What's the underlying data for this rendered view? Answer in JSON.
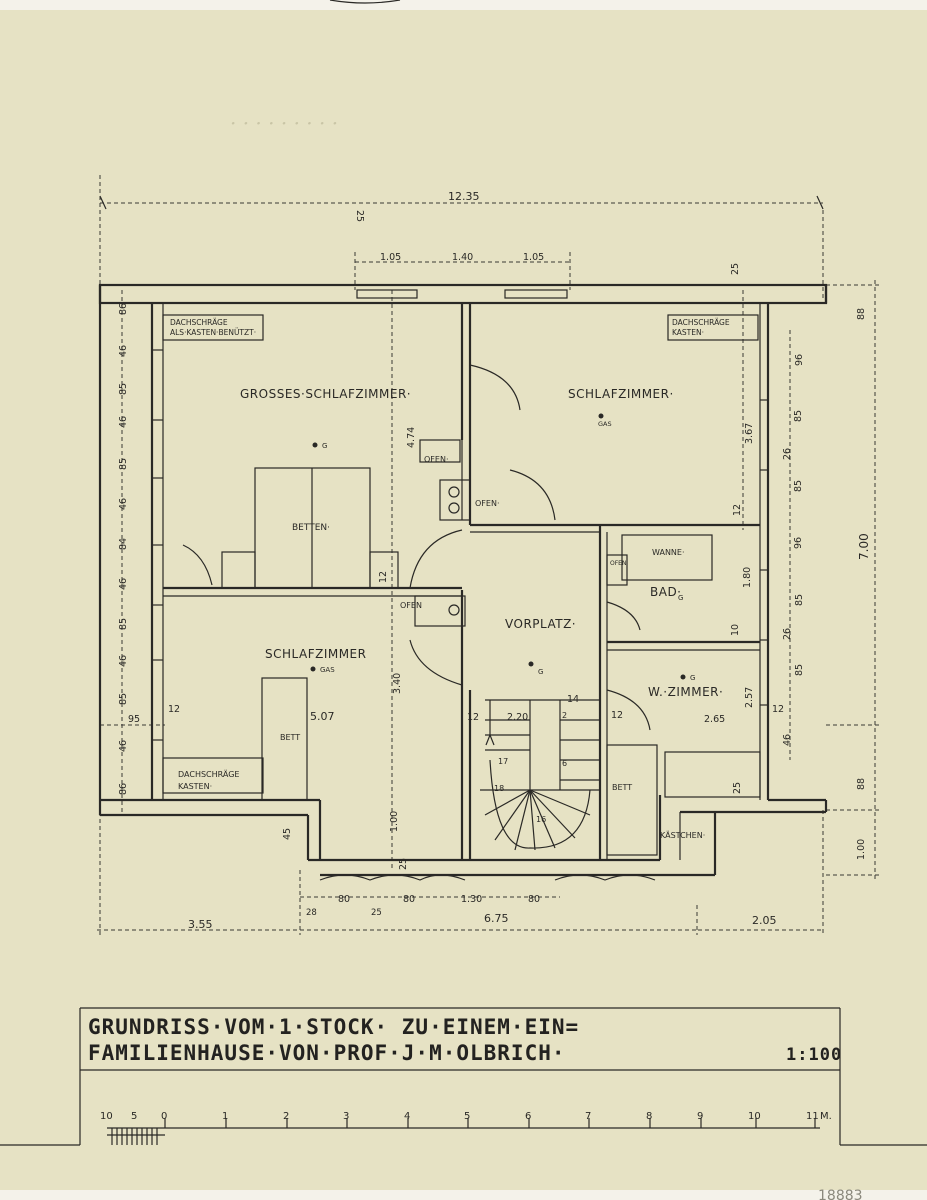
{
  "title": {
    "line1": "GRUNDRISS·VOM·1·STOCK· ZU·EINEM·EIN=",
    "line2": "FAMILIENHAUSE·VON·PROF·J·M·OLBRICH·",
    "scale": "1:100"
  },
  "rooms": {
    "grosses_schlafzimmer": "GROSSES·SCHLAFZIMMER·",
    "schlafzimmer_right": "SCHLAFZIMMER·",
    "schlafzimmer_left": "SCHLAFZIMMER",
    "vorplatz": "VORPLATZ·",
    "bad": "BAD·",
    "wc_zimmer": "W.·ZIMMER·"
  },
  "labels": {
    "dachschraege_left": "DACHSCHRÄGE",
    "dachschraege_left_2": "ALS·KASTEN·BENÜTZT·",
    "dachschraege_right": "DACHSCHRÄGE",
    "dachschraege_right_2": "KASTEN·",
    "dachschraege_bottom": "DACHSCHRÄGE",
    "dachschraege_bottom_2": "KASTEN·",
    "betten": "BETTEN·",
    "bett_left": "BETT",
    "bett_right": "BETT",
    "ofen1": "OFEN·",
    "ofen2": "OFEN·",
    "ofen3": "OFEN",
    "ofen4": "OFEN",
    "wanne": "WANNE·",
    "kastchen": "KÄSTCHEN·",
    "gas_g1": "G",
    "gas_g2": "GAS",
    "gas_g3": "GAS",
    "gas_g4": "G",
    "gas_g5": "G",
    "gas_g6": "G"
  },
  "dimensions": {
    "overall_width": "12.35",
    "top_105a": "1.05",
    "top_140": "1.40",
    "top_105b": "1.05",
    "top_25": "25",
    "right_88": "88",
    "right_700": "7.00",
    "right_88b": "88",
    "right_100": "1.00",
    "left_86": "86",
    "left_46a": "46",
    "left_85a": "85",
    "left_46b": "46",
    "left_85b": "85",
    "left_46c": "46",
    "left_84": "84",
    "left_46d": "46",
    "left_85c": "85",
    "left_46e": "46",
    "left_85d": "85",
    "left_46f": "46",
    "left_86b": "86",
    "left_95": "95",
    "dim_12a": "12",
    "dim_474": "4.74",
    "dim_25a": "25",
    "dim_12b": "12",
    "dim_507": "5.07",
    "dim_340": "3.40",
    "dim_100": "1.00",
    "dim_25b": "25",
    "dim_45": "45",
    "dim_12c": "12",
    "dim_220": "2.20",
    "dim_14": "14",
    "dim_2": "2",
    "dim_12d": "12",
    "dim_265": "2.65",
    "dim_257": "2.57",
    "dim_367": "3.67",
    "dim_12e": "12",
    "dim_180": "1.80",
    "dim_10": "10",
    "dim_25c": "25",
    "dim_12f": "12",
    "rs_96a": "96",
    "rs_85a": "85",
    "rs_26": "26",
    "rs_85b": "85",
    "rs_96b": "96",
    "rs_85c": "85",
    "rs_26b": "26",
    "rs_85d": "85",
    "rs_46": "46",
    "bot_355": "3.55",
    "bot_675": "6.75",
    "bot_205": "2.05",
    "bot_28": "28",
    "bot_80a": "80",
    "bot_25": "25",
    "bot_80b": "80",
    "bot_130": "1.30",
    "bot_80c": "80",
    "stair_17": "17",
    "stair_18": "18",
    "stair_16": "16",
    "stair_6": "6"
  },
  "scale_bar": [
    "10",
    "5",
    "0",
    "1",
    "2",
    "3",
    "4",
    "5",
    "6",
    "7",
    "8",
    "9",
    "10",
    "11"
  ],
  "scale_bar_unit": "M.",
  "corner_number": "18883"
}
